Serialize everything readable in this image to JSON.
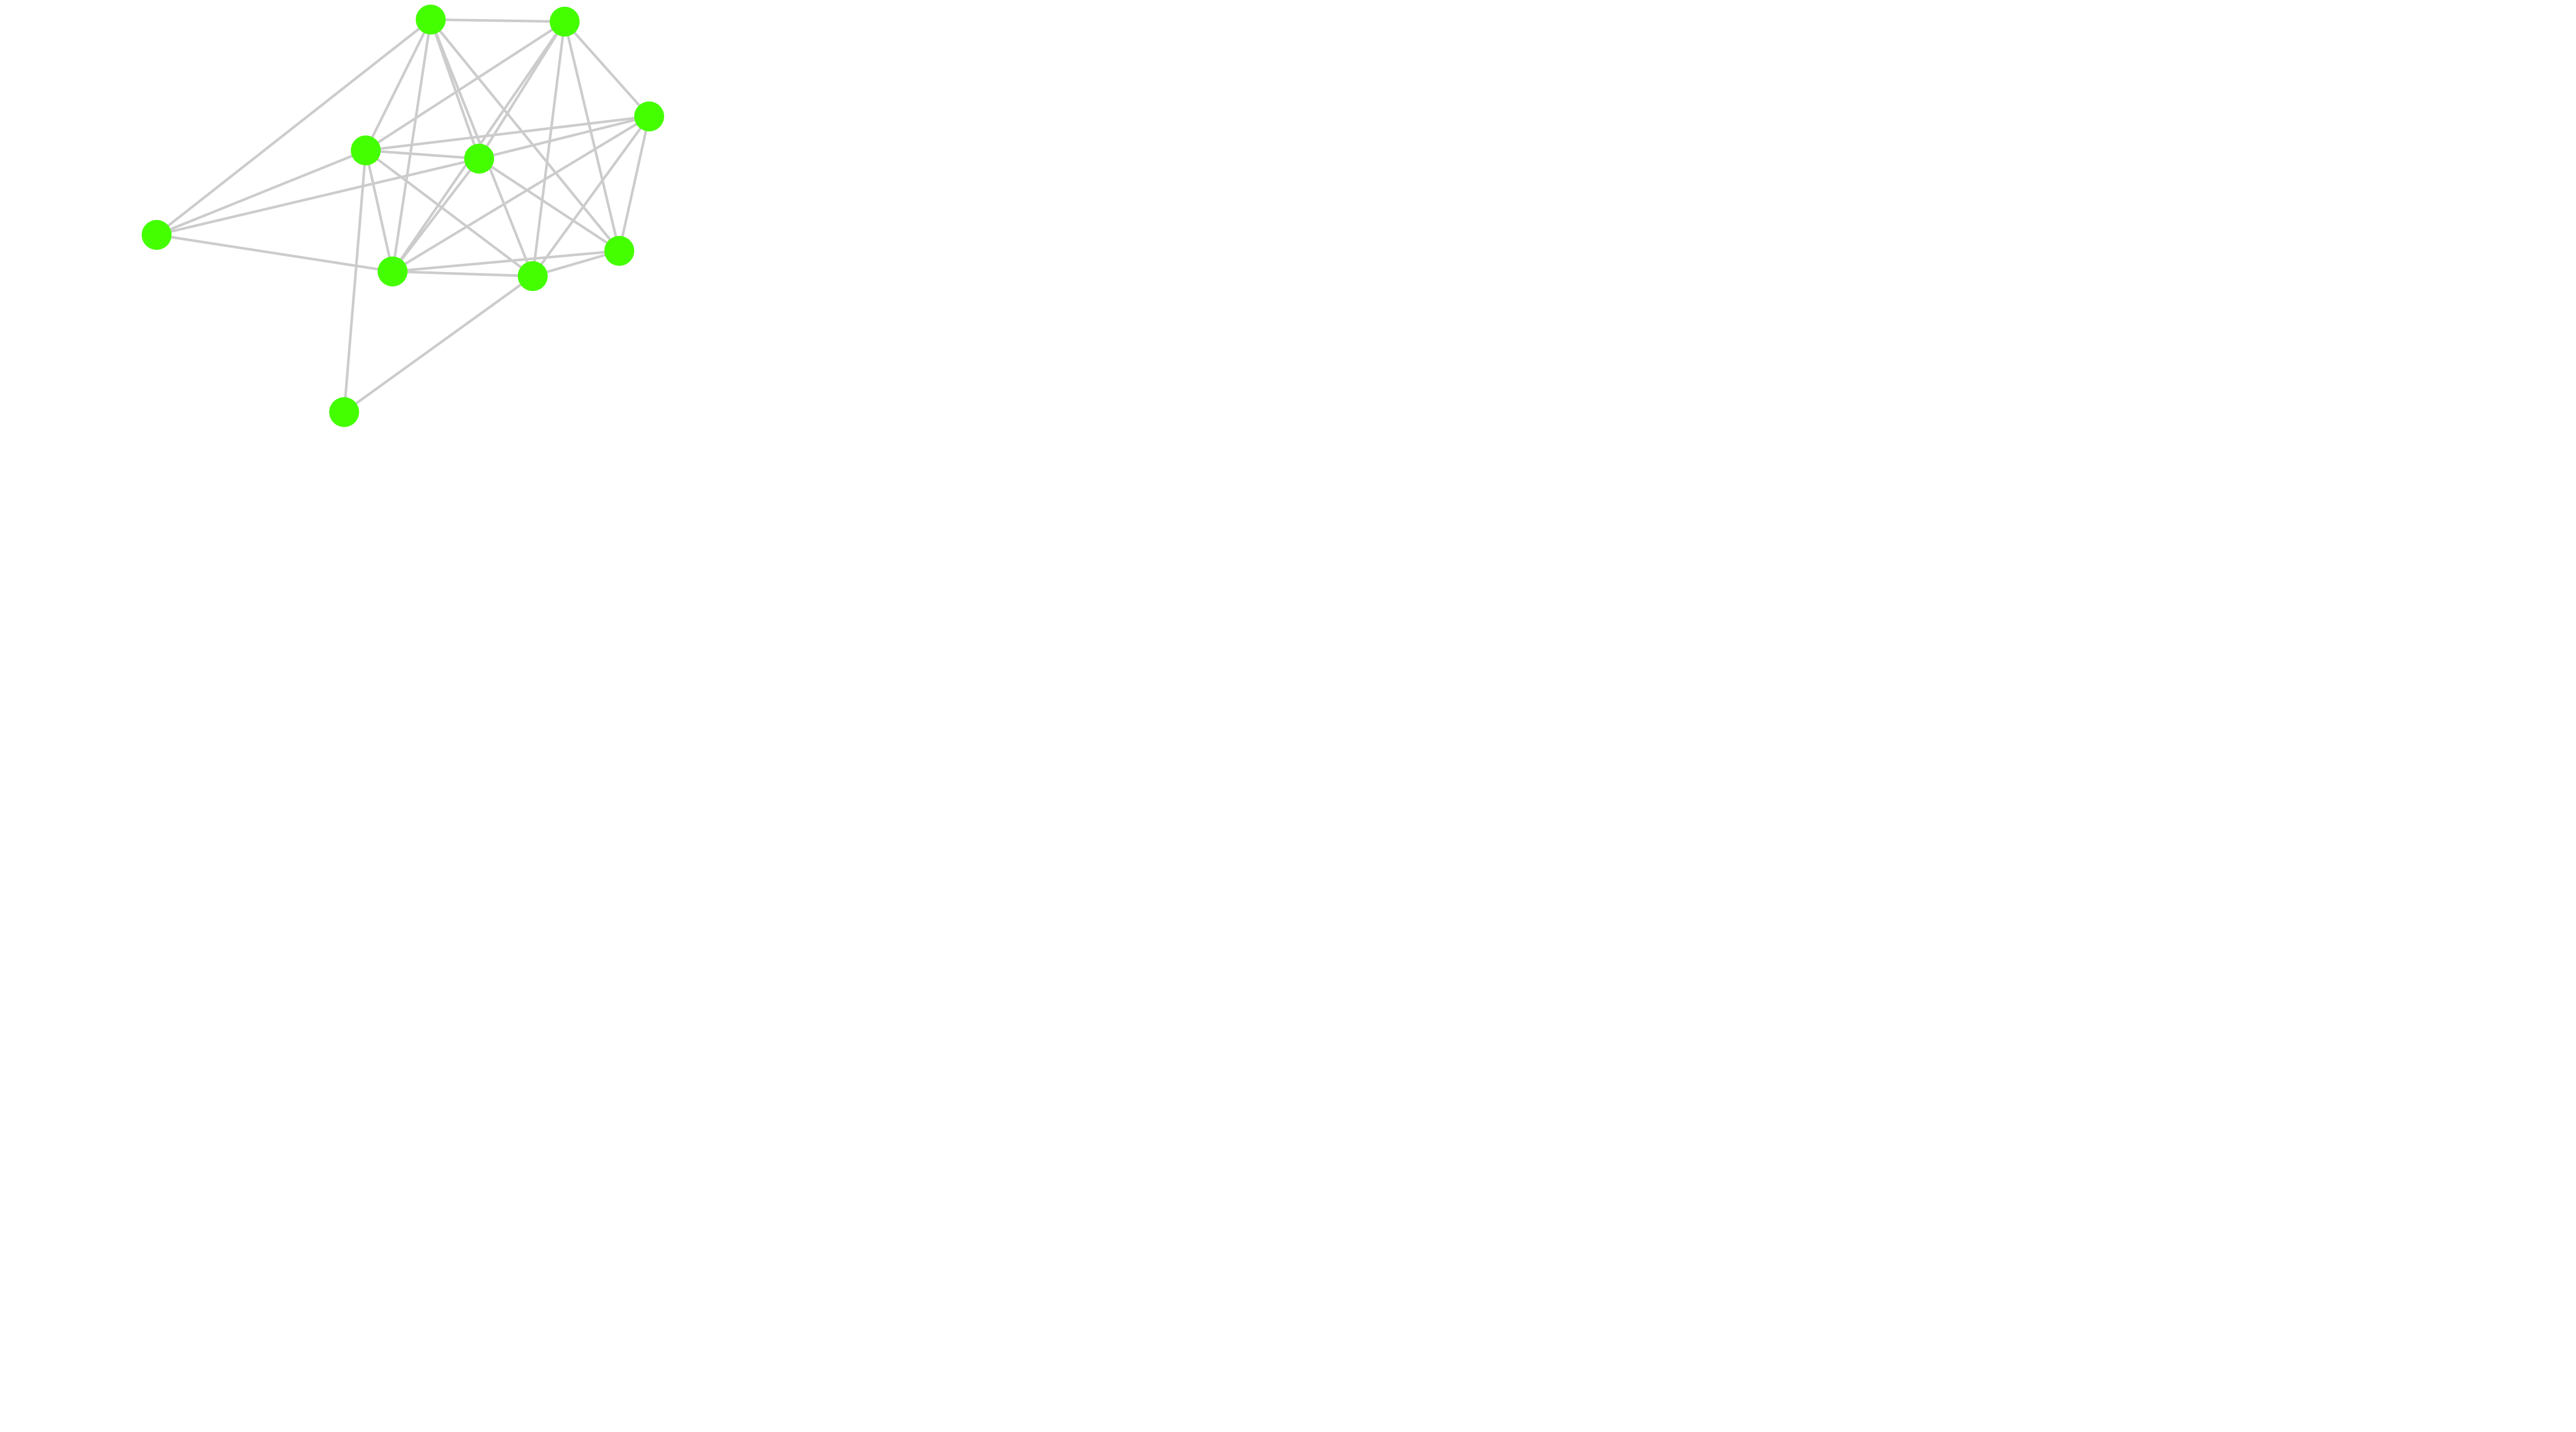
{
  "graph": {
    "node_color": "#44ff00",
    "edge_color": "#cccccc",
    "background_color": "#ffffff",
    "nodes": [
      {
        "id": "n0"
      },
      {
        "id": "n1"
      },
      {
        "id": "n2"
      },
      {
        "id": "n3"
      },
      {
        "id": "n4"
      },
      {
        "id": "n5"
      },
      {
        "id": "n6"
      },
      {
        "id": "n7"
      },
      {
        "id": "n8"
      },
      {
        "id": "n9"
      }
    ],
    "edges": [
      [
        "n0",
        "n1"
      ],
      [
        "n0",
        "n3"
      ],
      [
        "n0",
        "n4"
      ],
      [
        "n0",
        "n5"
      ],
      [
        "n0",
        "n6"
      ],
      [
        "n0",
        "n7"
      ],
      [
        "n0",
        "n8"
      ],
      [
        "n1",
        "n2"
      ],
      [
        "n1",
        "n3"
      ],
      [
        "n1",
        "n4"
      ],
      [
        "n1",
        "n5"
      ],
      [
        "n1",
        "n6"
      ],
      [
        "n1",
        "n8"
      ],
      [
        "n2",
        "n3"
      ],
      [
        "n2",
        "n4"
      ],
      [
        "n2",
        "n5"
      ],
      [
        "n2",
        "n6"
      ],
      [
        "n2",
        "n8"
      ],
      [
        "n3",
        "n4"
      ],
      [
        "n3",
        "n6"
      ],
      [
        "n3",
        "n7"
      ],
      [
        "n3",
        "n8"
      ],
      [
        "n3",
        "n9"
      ],
      [
        "n4",
        "n5"
      ],
      [
        "n4",
        "n6"
      ],
      [
        "n4",
        "n7"
      ],
      [
        "n5",
        "n6"
      ],
      [
        "n5",
        "n8"
      ],
      [
        "n6",
        "n7"
      ],
      [
        "n6",
        "n8"
      ],
      [
        "n8",
        "n9"
      ]
    ]
  }
}
